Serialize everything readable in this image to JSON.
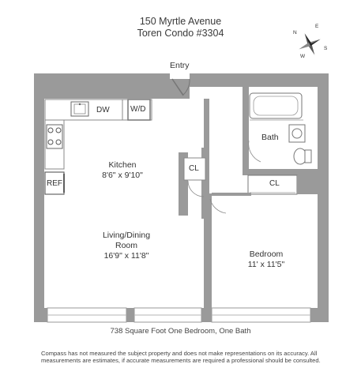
{
  "header": {
    "address": "150 Myrtle Avenue",
    "unit": "Toren Condo #3304"
  },
  "compass": {
    "n": "N",
    "e": "E",
    "s": "S",
    "w": "W"
  },
  "rooms": {
    "entry": "Entry",
    "dw": "DW",
    "wd": "W/D",
    "kitchen": "Kitchen",
    "kitchen_dims": "8'6\" x 9'10\"",
    "ref": "REF",
    "cl1": "CL",
    "cl2": "CL",
    "bath": "Bath",
    "living_line1": "Living/Dining",
    "living_line2": "Room",
    "living_dims": "16'9\" x 11'8\"",
    "bedroom": "Bedroom",
    "bedroom_dims": "11' x 11'5\""
  },
  "caption": "738 Square Foot One Bedroom, One Bath",
  "disclaimer": "Compass has not measured the subject property and does not make representations on its accuracy. All measurements are estimates, if accurate measurements are required a professional should be consulted."
}
